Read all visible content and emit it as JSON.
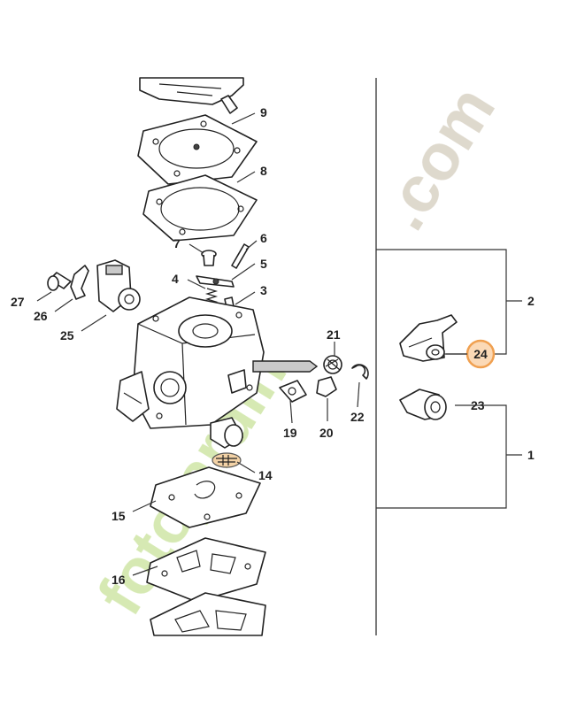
{
  "callouts": {
    "c1": "1",
    "c2": "2",
    "c3": "3",
    "c4": "4",
    "c5": "5",
    "c6": "6",
    "c7": "7",
    "c8": "8",
    "c9": "9",
    "c14": "14",
    "c15": "15",
    "c16": "16",
    "c19": "19",
    "c20": "20",
    "c21": "21",
    "c22": "22",
    "c23": "23",
    "c24": "24",
    "c25": "25",
    "c26": "26",
    "c27": "27"
  },
  "highlight": {
    "callout": "24",
    "color": "#f0a050",
    "fill": "#fbd9b6"
  },
  "watermark": {
    "text": "fotojardin.com",
    "color_top": "#d9d2c4",
    "color_bottom": "#cfe6a6"
  }
}
